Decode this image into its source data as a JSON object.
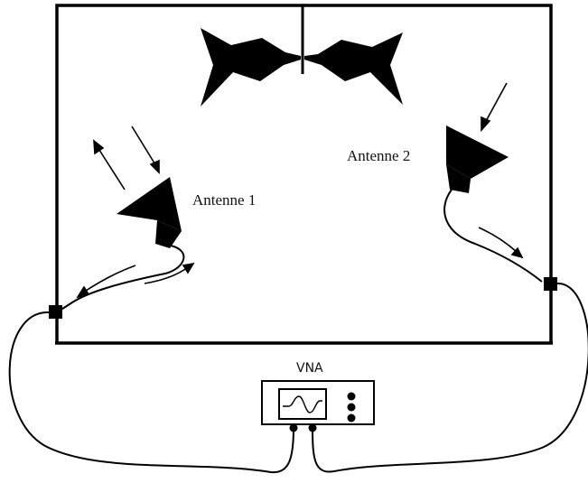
{
  "labels": {
    "antenna_1": "Antenne 1",
    "antenna_2": "Antenne 2",
    "vna": "VNA"
  },
  "colors": {
    "ink": "#000000",
    "background": "#ffffff"
  }
}
